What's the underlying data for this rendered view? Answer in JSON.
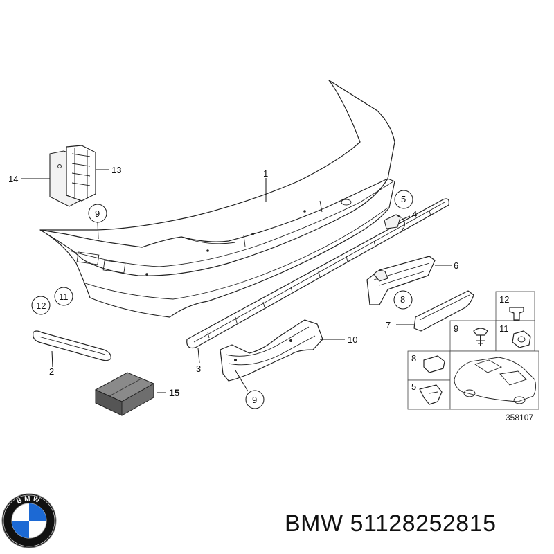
{
  "callouts": {
    "c1": "1",
    "c2": "2",
    "c3": "3",
    "c4": "4",
    "c5": "5",
    "c6": "6",
    "c7": "7",
    "c8": "8",
    "c9a": "9",
    "c9b": "9",
    "c10": "10",
    "c11": "11",
    "c12": "12",
    "c13": "13",
    "c14": "14",
    "c15": "15"
  },
  "legend": {
    "r12": "12",
    "r9": "9",
    "r11": "11",
    "r8": "8",
    "r5": "5"
  },
  "diagram_number": "358107",
  "footer": {
    "brand": "BMW",
    "part_number": "51128252815",
    "logo_letters": "BMW"
  },
  "colors": {
    "logo_blue": "#1c69d4",
    "logo_ring": "#111111",
    "line": "#222222"
  }
}
